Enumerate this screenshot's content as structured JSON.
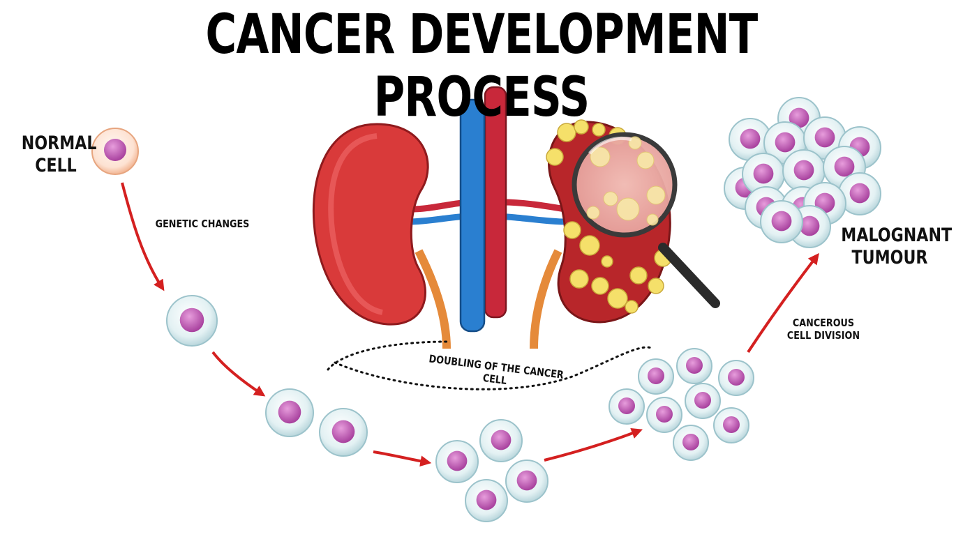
{
  "title": "CANCER DEVELOPMENT PROCESS",
  "labels": {
    "normal_cell_line1": "NORMAL",
    "normal_cell_line2": "CELL",
    "genetic_changes": "GENETIC CHANGES",
    "doubling": "DOUBLING OF THE CANCER CELL",
    "cancerous_line1": "CANCEROUS",
    "cancerous_line2": "CELL DIVISION",
    "malignant_line1": "MALOGNANT",
    "malignant_line2": "TUMOUR"
  },
  "colors": {
    "arrow": "#d42020",
    "kidney": "#d93a3a",
    "kidney_dark": "#a51f22",
    "vein": "#2a7fd0",
    "artery": "#c8283a",
    "ureter": "#e58a3a",
    "tumor": "#f5e06a",
    "cell_membrane": "#dfeef0",
    "nucleus": "#c05bb5",
    "normal_membrane": "#fbd9c6"
  },
  "icons": {
    "magnifier": "magnifying-glass-icon"
  }
}
